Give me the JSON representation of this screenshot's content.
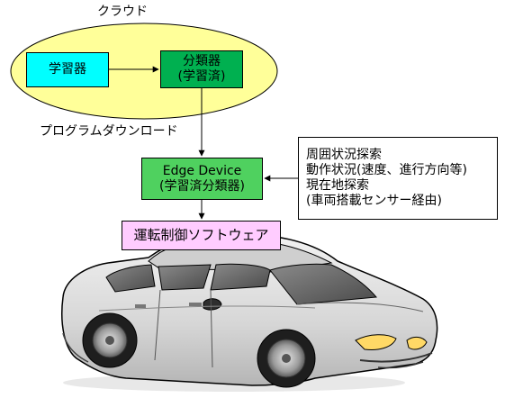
{
  "cloud": {
    "title": "クラウド"
  },
  "learner": {
    "label": "学習器"
  },
  "classifier": {
    "line1": "分類器",
    "line2": "(学習済)"
  },
  "download": {
    "label": "プログラムダウンロード"
  },
  "edge": {
    "line1": "Edge Device",
    "line2": "(学習済分類器)"
  },
  "sources": {
    "lines": [
      "周囲状況探索",
      "動作状況(速度、進行方向等)",
      "現在地探索",
      "(車両搭載センサー経由)"
    ]
  },
  "software": {
    "label": "運転制御ソフトウェア"
  },
  "colors": {
    "cloud_fill": "#ffff99",
    "learner_fill": "#00ffff",
    "classifier_fill": "#00b050",
    "edge_fill": "#4fd15f",
    "software_fill": "#ffccff",
    "car_body": "#d9d9d9"
  }
}
